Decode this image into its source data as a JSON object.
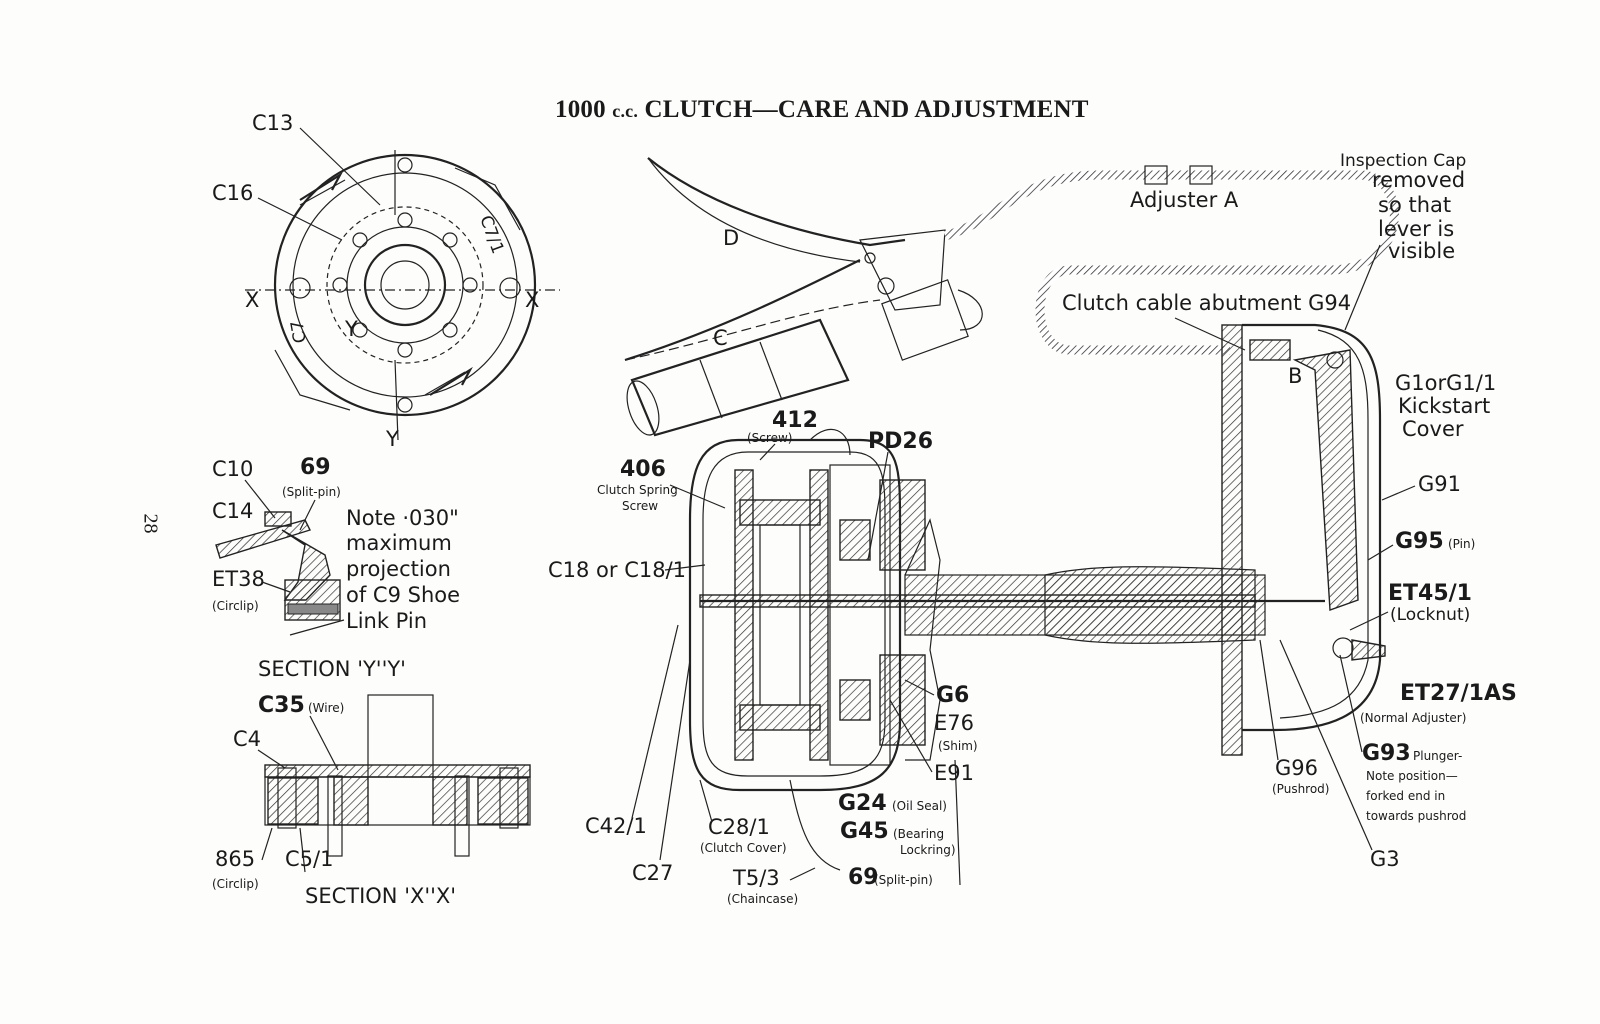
{
  "page": {
    "title_main": "1000",
    "title_cc": "c.c.",
    "title_rest": "CLUTCH—CARE AND ADJUSTMENT",
    "page_number": "28"
  },
  "top_view": {
    "labels": {
      "c13": "C13",
      "c16": "C16",
      "c7_1": "C7/1",
      "c7": "C7",
      "x_left": "X",
      "x_right": "X",
      "y_mid": "Y",
      "y_bottom": "Y"
    }
  },
  "section_yy": {
    "c10": "C10",
    "s69": "69",
    "s69_note": "(Split-pin)",
    "c14": "C14",
    "et38": "ET38",
    "et38_note": "(Circlip)",
    "note_lines": [
      "Note ·030\"",
      "maximum",
      "projection",
      "of C9 Shoe",
      "Link Pin"
    ],
    "caption": "SECTION 'Y''Y'"
  },
  "section_xx": {
    "c35": "C35",
    "c35_note": "(Wire)",
    "c4": "C4",
    "s865": "865",
    "s865_note": "(Circlip)",
    "c5_1": "C5/1",
    "caption": "SECTION 'X''X'"
  },
  "lever": {
    "d": "D",
    "c": "C"
  },
  "cable": {
    "adjuster": "Adjuster A",
    "inspection": [
      "Inspection Cap",
      "removed",
      "so that",
      "lever is",
      "visible"
    ],
    "abutment": "Clutch cable abutment G94",
    "b": "B"
  },
  "main_labels": {
    "l412": "412",
    "l412_note": "(Screw)",
    "pd26": "PD26",
    "l406": "406",
    "l406_note": [
      "Clutch Spring",
      "Screw"
    ],
    "c18": "C18 or C18/1",
    "c42_1": "C42/1",
    "c27": "C27",
    "c28_1": "C28/1",
    "c28_note": "(Clutch Cover)",
    "t5_3": "T5/3",
    "t5_note": "(Chaincase)",
    "g24": "G24",
    "g24_note": "(Oil Seal)",
    "g45": "G45",
    "g45_note": [
      "(Bearing",
      "Lockring)"
    ],
    "s69b": "69",
    "s69b_note": "(Split-pin)",
    "g6": "G6",
    "e76": "E76",
    "e76_note": "(Shim)",
    "e91": "E91",
    "g96": "G96",
    "g96_note": "(Pushrod)",
    "g3": "G3"
  },
  "right_labels": {
    "g1": "G1orG1/1",
    "kick": [
      "Kickstart",
      "Cover"
    ],
    "g91": "G91",
    "g95": "G95",
    "g95_note": "(Pin)",
    "et45": "ET45/1",
    "et45_note": "(Locknut)",
    "et27": "ET27/1AS",
    "et27_note": "(Normal Adjuster)",
    "g93": "G93",
    "g93_note": [
      "Plunger-",
      "Note position—",
      "forked end in",
      "towards pushrod"
    ]
  }
}
